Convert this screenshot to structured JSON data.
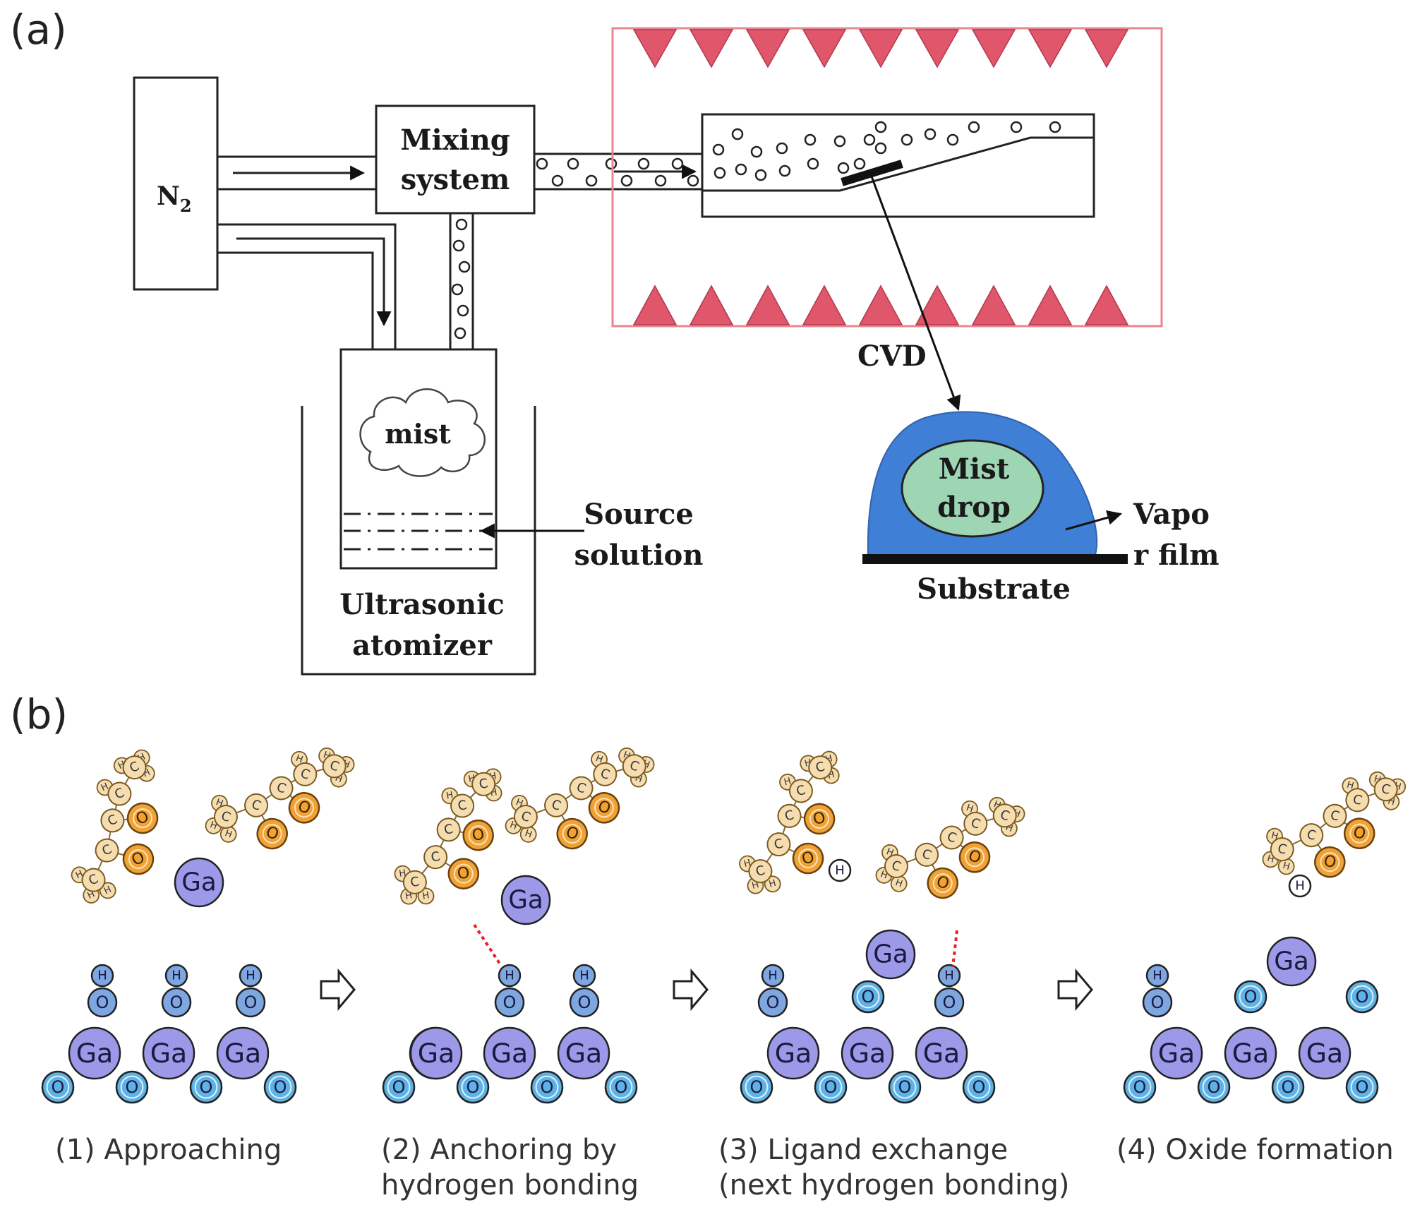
{
  "panel_a": {
    "label": "(a)",
    "n2": "N",
    "n2_sub": "2",
    "mixing_line1": "Mixing",
    "mixing_line2": "system",
    "mist": "mist",
    "source_line1": "Source",
    "source_line2": "solution",
    "atomizer_line1": "Ultrasonic",
    "atomizer_line2": "atomizer",
    "cvd": "CVD",
    "mistdrop_line1": "Mist",
    "mistdrop_line2": "drop",
    "vapor_line1": "Vapo",
    "vapor_line2": "r film",
    "substrate": "Substrate"
  },
  "panel_b": {
    "label": "(b)",
    "steps": [
      {
        "line1": "(1) Approaching",
        "line2": ""
      },
      {
        "line1": "(2) Anchoring by",
        "line2": "hydrogen bonding"
      },
      {
        "line1": "(3) Ligand exchange",
        "line2": "(next hydrogen bonding)"
      },
      {
        "line1": "(4) Oxide formation",
        "line2": ""
      }
    ],
    "atoms": {
      "ga": "Ga",
      "o": "O",
      "h": "H",
      "c": "C"
    }
  },
  "colors": {
    "heater": "#e0566b",
    "furnace_border": "#e8868f",
    "drop_outer": "#3f7fd6",
    "drop_inner": "#9ed6b4",
    "ga_fill": "#9c99e8",
    "o_fill": "#5fb2e6",
    "oh_fill": "#7ea6e0",
    "ligand_o": "#f0a234",
    "ligand_c": "#f6ddb0",
    "bond_dash": "#e8202a"
  }
}
